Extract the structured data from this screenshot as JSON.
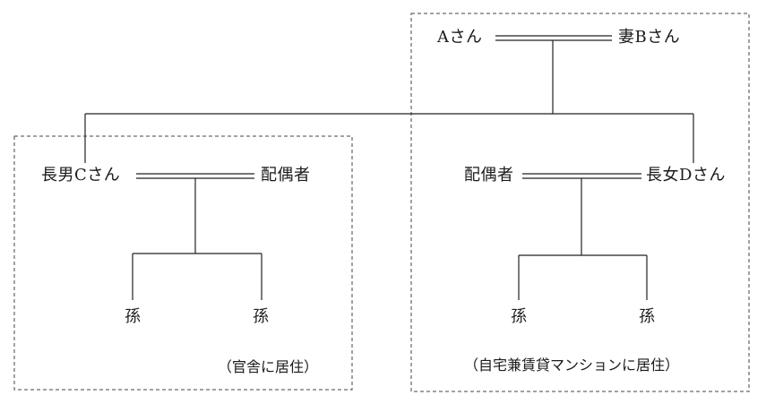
{
  "family_tree": {
    "parents": {
      "father": "Aさん",
      "mother": "妻Bさん"
    },
    "son_family": {
      "son": "長男Cさん",
      "spouse": "配偶者",
      "grandchild_1": "孫",
      "grandchild_2": "孫",
      "residence_note": "（官舎に居住）"
    },
    "daughter_family": {
      "spouse": "配偶者",
      "daughter": "長女Dさん",
      "grandchild_1": "孫",
      "grandchild_2": "孫",
      "residence_note": "（自宅兼賃貸マンションに居住）"
    }
  }
}
